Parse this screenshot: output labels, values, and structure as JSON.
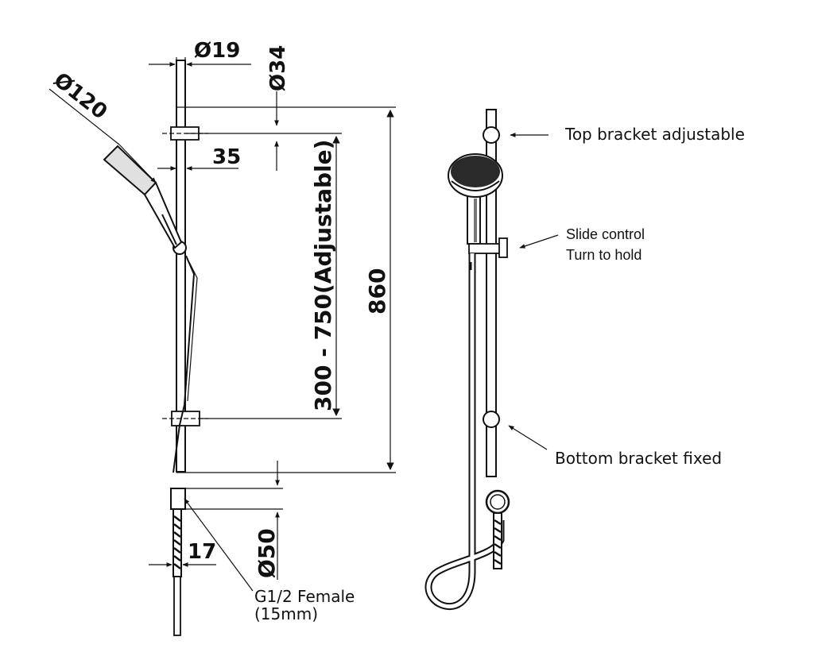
{
  "dimensions": {
    "rail_diameter": "Ø19",
    "bracket_diameter": "Ø34",
    "head_diameter": "Ø120",
    "bracket_offset": "35",
    "adjustable_range": "300 - 750(Adjustable)",
    "overall_height": "860",
    "outlet_width": "17",
    "outlet_diameter": "Ø50"
  },
  "labels": {
    "connection_line1": "G1/2 Female",
    "connection_line2": "(15mm)"
  },
  "annotations": {
    "top_bracket": "Top bracket adjustable",
    "slide_control_line1": "Slide control",
    "slide_control_line2": "Turn to hold",
    "bottom_bracket": "Bottom bracket fixed"
  }
}
